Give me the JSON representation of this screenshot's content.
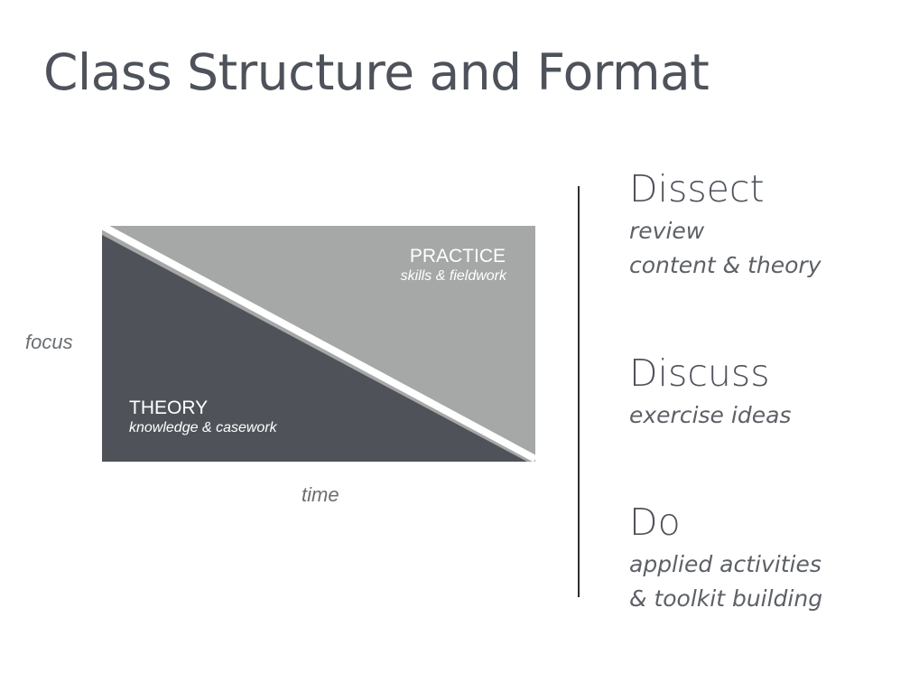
{
  "title": "Class Structure and Format",
  "diagram": {
    "practice": {
      "title": "PRACTICE",
      "subtitle": "skills & fieldwork"
    },
    "theory": {
      "title": "THEORY",
      "subtitle": "knowledge & casework"
    },
    "axis_y": "focus",
    "axis_x": "time",
    "colors": {
      "practice": "#a6a7a7",
      "theory": "#4f5359",
      "separator": "#ffffff"
    }
  },
  "steps": [
    {
      "title": "Dissect",
      "lines": [
        "review",
        "content & theory"
      ]
    },
    {
      "title": "Discuss",
      "lines": [
        "exercise ideas"
      ]
    },
    {
      "title": "Do",
      "lines": [
        "applied activities",
        "& toolkit building"
      ]
    }
  ]
}
